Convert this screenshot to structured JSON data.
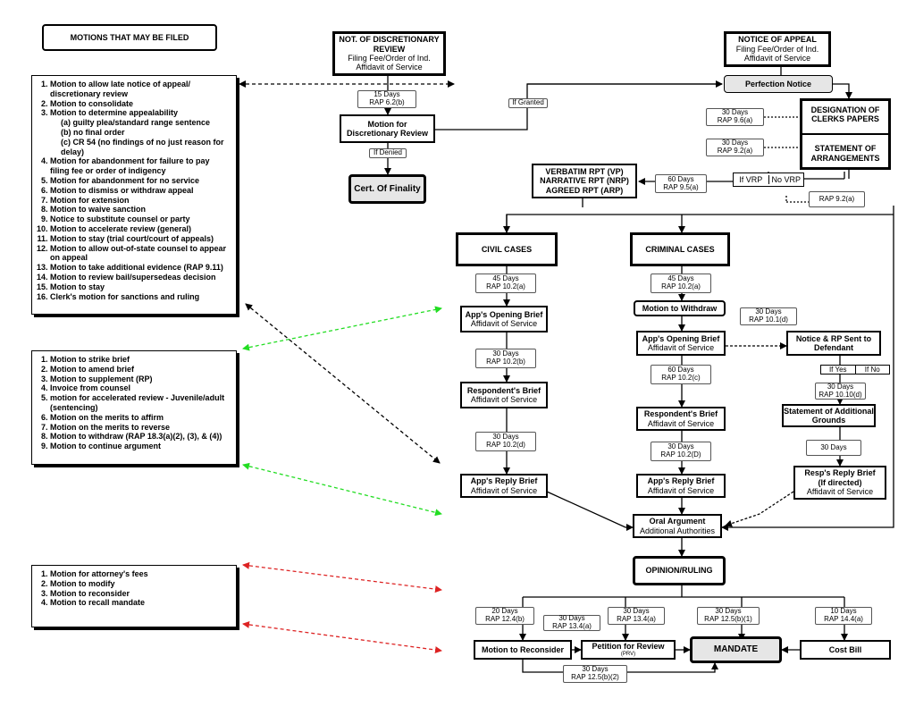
{
  "title": "MOTIONS THAT MAY BE FILED",
  "list1": {
    "items": [
      "Motion to allow late notice of appeal/ discretionary review",
      "Motion to consolidate",
      "Motion to determine appealability",
      "Motion for abandonment for failure to pay filing fee or order of indigency",
      "Motion for abandonment for no service",
      "Motion to dismiss or withdraw appeal",
      "Motion for extension",
      "Motion to waive sanction",
      "Notice to substitute counsel or party",
      "Motion to accelerate review (general)",
      "Motion to stay (trial court/court of appeals)",
      "Motion to allow out-of-state counsel to appear on appeal",
      "Motion to take additional evidence (RAP 9.11)",
      "Motion to review bail/supersedeas decision",
      "Motion to stay",
      "Clerk's motion for sanctions and ruling"
    ],
    "sub3": [
      "(a) guilty plea/standard range sentence",
      "(b) no final order",
      "(c) CR 54 (no findings of no just reason for delay)"
    ]
  },
  "list2": {
    "items": [
      "Motion to strike brief",
      "Motion to amend brief",
      "Motion to supplement (RP)",
      "Invoice from counsel",
      "motion for accelerated review - Juvenile/adult (sentencing)",
      "Motion on the merits to affirm",
      "Motion on the merits to reverse",
      "Motion to withdraw (RAP 18.3(a)(2), (3), & (4))",
      "Motion to continue argument"
    ]
  },
  "list3": {
    "items": [
      "Motion for attorney's fees",
      "Motion to modify",
      "Motion to reconsider",
      "Motion to recall mandate"
    ]
  },
  "disc": {
    "title": "NOT. OF DISCRETIONARY REVIEW",
    "l1": "Filing Fee/Order of Ind.",
    "l2": "Affidavit of Service"
  },
  "appeal": {
    "title": "NOTICE OF APPEAL",
    "l1": "Filing Fee/Order of Ind.",
    "l2": "Affidavit of Service"
  },
  "perfection": "Perfection Notice",
  "motion_disc": "Motion for Discretionary Review",
  "cert": "Cert. Of Finality",
  "designation": "DESIGNATION OF CLERKS PAPERS",
  "statement": "STATEMENT OF ARRANGEMENTS",
  "verbatim": {
    "l1": "VERBATIM RPT (VP)",
    "l2": "NARRATIVE RPT (NRP)",
    "l3": "AGREED RPT (ARP)"
  },
  "if_vrp": "If VRP",
  "no_vrp": "No VRP",
  "if_granted": "If Granted",
  "if_denied": "If Denied",
  "lbl_15": {
    "d": "15 Days",
    "r": "RAP 6.2(b)"
  },
  "lbl_30a": {
    "d": "30 Days",
    "r": "RAP 9.6(a)"
  },
  "lbl_30b": {
    "d": "30 Days",
    "r": "RAP 9.2(a)"
  },
  "lbl_60": {
    "d": "60 Days",
    "r": "RAP 9.5(a)"
  },
  "lbl_rap92": "RAP 9.2(a)",
  "civil": "CIVIL CASES",
  "criminal": "CRIMINAL CASES",
  "civ_45": {
    "d": "45 Days",
    "r": "RAP 10.2(a)"
  },
  "cri_45": {
    "d": "45 Days",
    "r": "RAP 10.2(a)"
  },
  "civ_open": {
    "t": "App's Opening Brief",
    "s": "Affidavit of Service"
  },
  "civ_30": {
    "d": "30 Days",
    "r": "RAP 10.2(b)"
  },
  "civ_resp": {
    "t": "Respondent's Brief",
    "s": "Affidavit of Service"
  },
  "civ_30d": {
    "d": "30 Days",
    "r": "RAP 10.2(d)"
  },
  "civ_reply": {
    "t": "App's Reply Brief",
    "s": "Affidavit of Service"
  },
  "withdraw": "Motion to Withdraw",
  "cri_open": {
    "t": "App's Opening Brief",
    "s": "Affidavit of Service"
  },
  "cri_30_101": {
    "d": "30 Days",
    "r": "RAP 10.1(d)"
  },
  "notice_rp": "Notice & RP Sent to Defendant",
  "if_yes": "If Yes",
  "if_no": "If No",
  "cri_60": {
    "d": "60 Days",
    "r": "RAP 10.2(c)"
  },
  "cri_resp": {
    "t": "Respondent's Brief",
    "s": "Affidavit of Service"
  },
  "cri_30d": {
    "d": "30 Days",
    "r": "RAP 10.2(D)"
  },
  "cri_reply": {
    "t": "App's Reply Brief",
    "s": "Affidavit of Service"
  },
  "cri_3010d": {
    "d": "30 Days",
    "r": "RAP 10.10(d)"
  },
  "sag": "Statement of Additional Grounds",
  "cri_30plain": "30 Days",
  "resp_reply": {
    "t": "Resp's Reply Brief",
    "t2": "(If directed)",
    "s": "Affidavit of Service"
  },
  "oral": {
    "t": "Oral Argument",
    "s": "Additional Authorities"
  },
  "opinion": "OPINION/RULING",
  "lbl_124b": {
    "d": "20 Days",
    "r": "RAP 12.4(b)"
  },
  "lbl_134a1": {
    "d": "30 Days",
    "r": "RAP 13.4(a)"
  },
  "lbl_134a2": {
    "d": "30 Days",
    "r": "RAP 13.4(a)"
  },
  "lbl_125b1": {
    "d": "30 Days",
    "r": "RAP 12.5(b)(1)"
  },
  "lbl_144a": {
    "d": "10 Days",
    "r": "RAP 14.4(a)"
  },
  "lbl_125b2": {
    "d": "30 Days",
    "r": "RAP 12.5(b)(2)"
  },
  "reconsider": "Motion to Reconsider",
  "petition": {
    "t": "Petition for Review",
    "s": "(PRV)"
  },
  "mandate": "MANDATE",
  "cost": "Cost Bill"
}
